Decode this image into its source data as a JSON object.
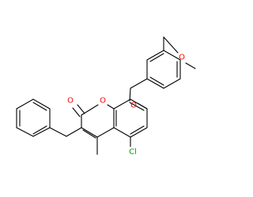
{
  "structure": {
    "atoms": {
      "ester_o": {
        "text": "O",
        "color": "#ff0000"
      },
      "carbonyl_o": {
        "text": "O",
        "color": "#ff0000"
      },
      "ether_o": {
        "text": "O",
        "color": "#ff0000"
      },
      "methoxy_o": {
        "text": "O",
        "color": "#ff0000"
      },
      "chlorine": {
        "text": "Cl",
        "color": "#00a000"
      }
    },
    "bond_color": "#000000",
    "background": "#ffffff"
  }
}
